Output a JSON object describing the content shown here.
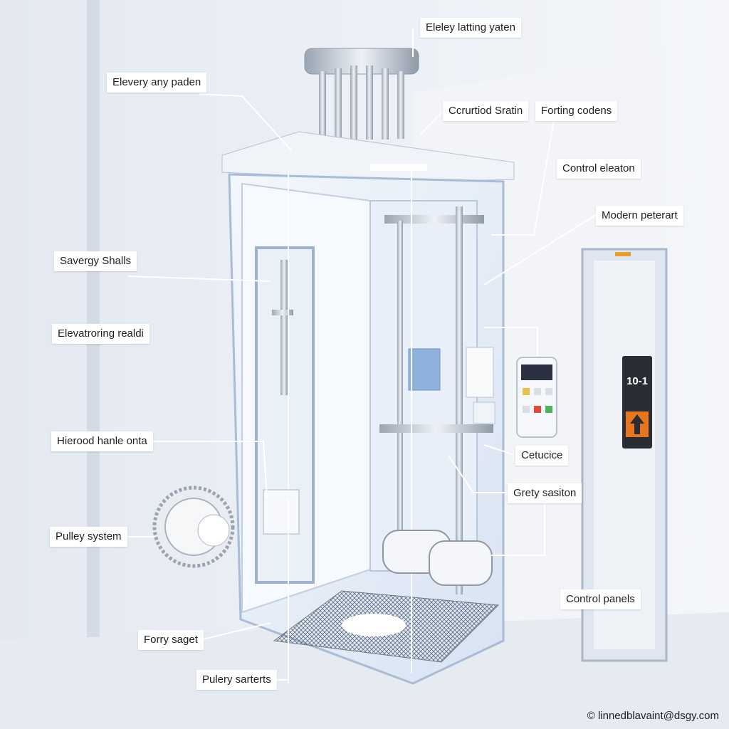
{
  "labels": {
    "top_center": "Eleley latting yaten",
    "elevery_any_paden": "Elevery any paden",
    "cerutiod_sratin": "Ccrurtiod Sratin",
    "forting_codens": "Forting codens",
    "control_elevation": "Control eleaton",
    "modern_peterart": "Modern peterart",
    "savergy_shalls": "Savergy Shalls",
    "elevatroring": "Elevatroring realdi",
    "hierood_hanle": "Hierood hanle onta",
    "cetucice": "Cetucice",
    "grety_sasiton": "Grety sasiton",
    "pulley_system": "Pulley system",
    "control_panels": "Control panels",
    "forry_saget": "Forry saget",
    "pulery_sarterts": "Pulery sarterts"
  },
  "display": {
    "floor_readout": "10-1"
  },
  "watermark": "© linnedblavaint@dsgy.com",
  "colors": {
    "background": "#eef1f6",
    "frame": "#9fb3cf",
    "glass": "#dfe8f5",
    "accent_arrow": "#e8761c",
    "display_bg": "#2a2d33"
  }
}
